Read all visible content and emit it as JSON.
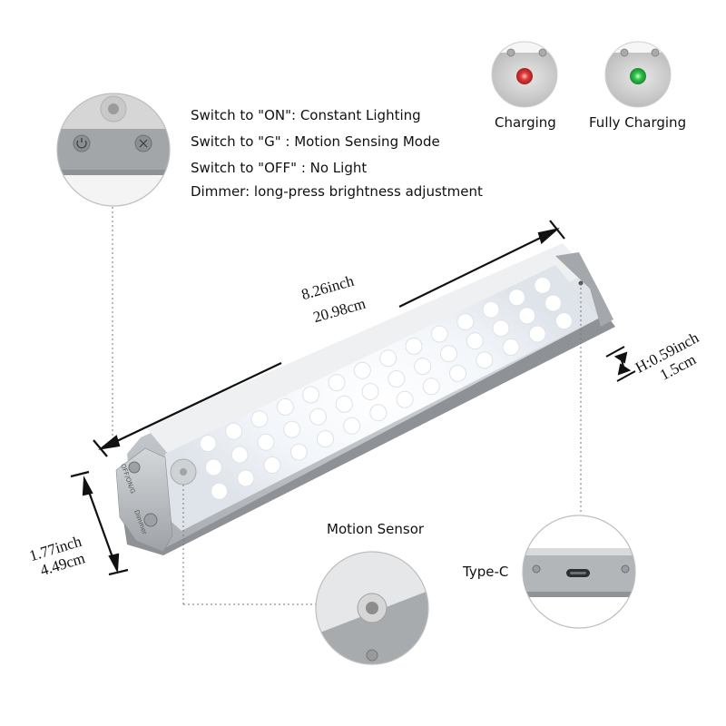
{
  "instructions": {
    "on": "Switch to \"ON\": Constant Lighting",
    "g": "Switch to \"G\"   : Motion Sensing Mode",
    "off": "Switch to \"OFF\" : No Light",
    "dimmer": "Dimmer: long-press brightness adjustment"
  },
  "indicators": {
    "charging": "Charging",
    "fully_charging": "Fully Charging",
    "charging_color": "#e23a3a",
    "full_color": "#2fc24a"
  },
  "dimensions": {
    "length_in": "8.26inch",
    "length_cm": "20.98cm",
    "height_in": "H:0.59inch",
    "height_cm": "1.5cm",
    "width_in": "1.77inch",
    "width_cm": "4.49cm"
  },
  "callouts": {
    "motion_sensor": "Motion Sensor",
    "type_c": "Type-C"
  },
  "device_labels": {
    "switch_label": "OFF/ON/G",
    "dimmer_label": "Dimmer"
  }
}
